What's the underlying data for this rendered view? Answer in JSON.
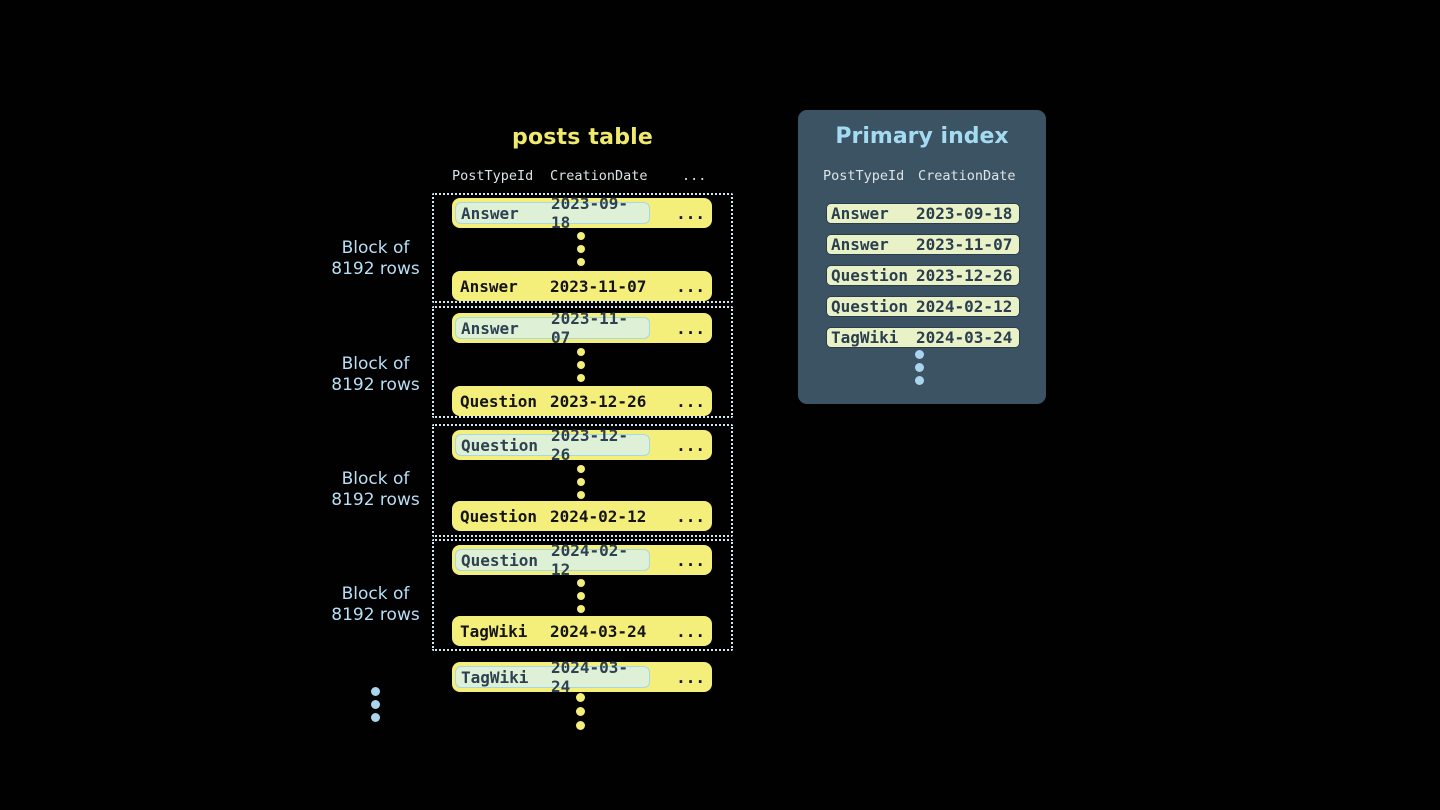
{
  "colors": {
    "background": "#010101",
    "row_yellow": "#f4ee7b",
    "title_yellow": "#efe96d",
    "highlight_green": "#def0d5",
    "highlight_border_blue": "#a5d9e6",
    "dotted_block_border": "#cfe8f2",
    "label_blue": "#b8dff6",
    "panel_background": "#3c5363",
    "panel_title_blue": "#a5dbf2",
    "index_pill_green": "#e8f2c6",
    "index_pill_text": "#2a3e4f",
    "blue_dot": "#a9d6ee"
  },
  "posts_table": {
    "title": "posts table",
    "columns": {
      "post_type_id": "PostTypeId",
      "creation_date": "CreationDate",
      "more": "..."
    },
    "blocks": [
      {
        "label": [
          "Block of",
          "8192 rows"
        ],
        "first_row": {
          "type": "Answer",
          "date": "2023-09-18",
          "more": "..."
        },
        "last_row": {
          "type": "Answer",
          "date": "2023-11-07",
          "more": "..."
        }
      },
      {
        "label": [
          "Block of",
          "8192 rows"
        ],
        "first_row": {
          "type": "Answer",
          "date": "2023-11-07",
          "more": "..."
        },
        "last_row": {
          "type": "Question",
          "date": "2023-12-26",
          "more": "..."
        }
      },
      {
        "label": [
          "Block of",
          "8192 rows"
        ],
        "first_row": {
          "type": "Question",
          "date": "2023-12-26",
          "more": "..."
        },
        "last_row": {
          "type": "Question",
          "date": "2024-02-12",
          "more": "..."
        }
      },
      {
        "label": [
          "Block of",
          "8192 rows"
        ],
        "first_row": {
          "type": "Question",
          "date": "2024-02-12",
          "more": "..."
        },
        "last_row": {
          "type": "TagWiki",
          "date": "2024-03-24",
          "more": "..."
        }
      }
    ],
    "overflow_row": {
      "type": "TagWiki",
      "date": "2024-03-24",
      "more": "..."
    }
  },
  "primary_index": {
    "title": "Primary index",
    "columns": {
      "post_type_id": "PostTypeId",
      "creation_date": "CreationDate"
    },
    "rows": [
      {
        "type": "Answer",
        "date": "2023-09-18"
      },
      {
        "type": "Answer",
        "date": "2023-11-07"
      },
      {
        "type": "Question",
        "date": "2023-12-26"
      },
      {
        "type": "Question",
        "date": "2024-02-12"
      },
      {
        "type": "TagWiki",
        "date": "2024-03-24"
      }
    ]
  }
}
